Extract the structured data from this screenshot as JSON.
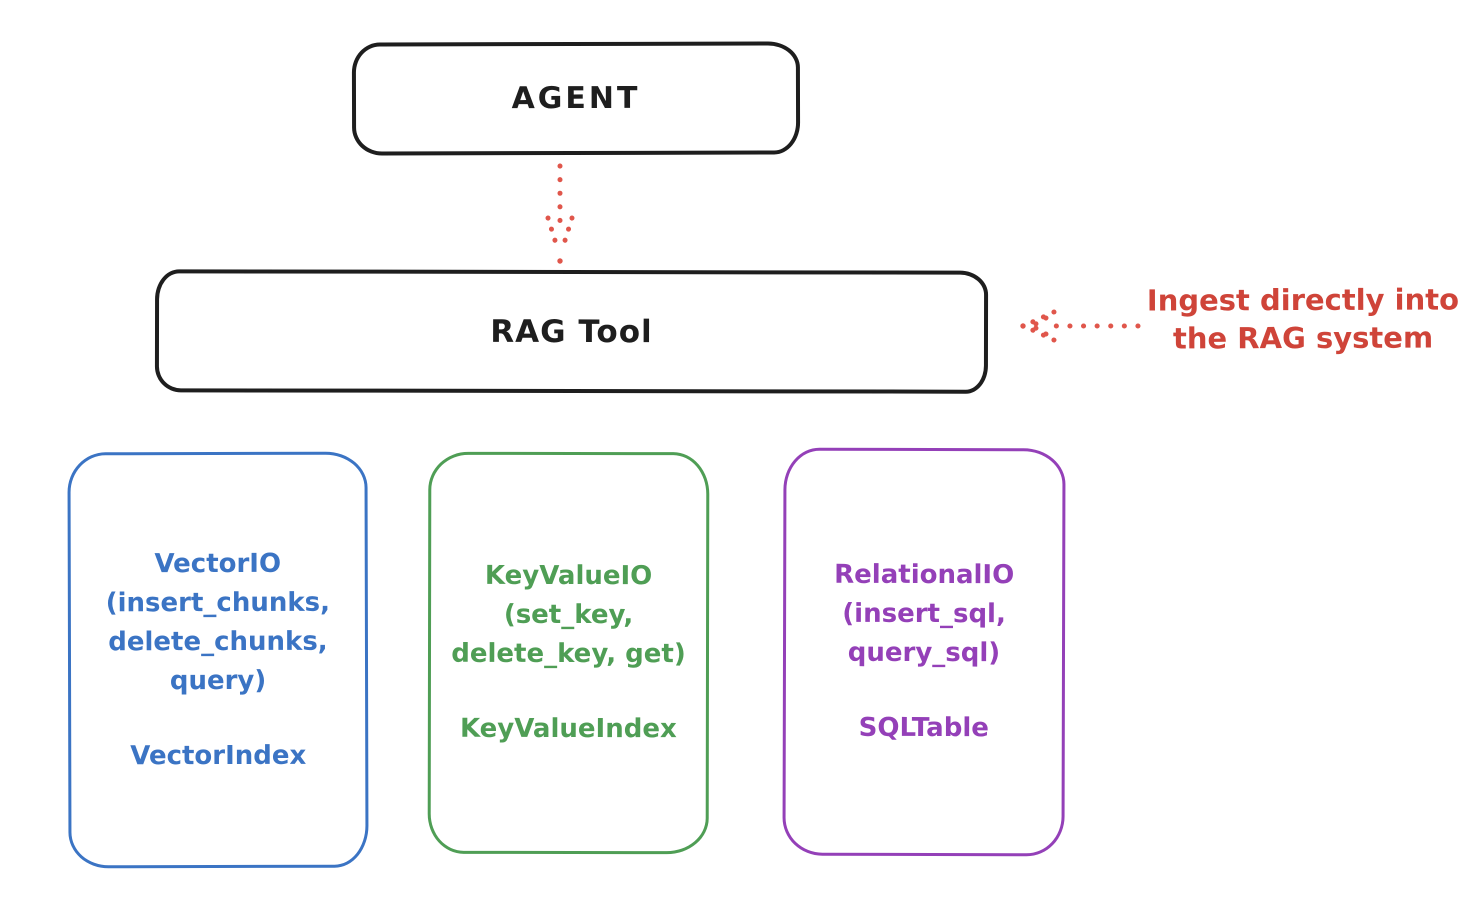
{
  "diagram": {
    "background": "#ffffff",
    "stroke_black": "#1e1e1e"
  },
  "agent_box": {
    "label": "AGENT"
  },
  "rag_box": {
    "label": "RAG Tool"
  },
  "annotation": {
    "line1": "Ingest directly into",
    "line2": "the RAG system",
    "color": "#cf4439"
  },
  "arrows": {
    "agent_to_rag": "dotted-red-arrow-down",
    "ingest_to_rag": "dotted-red-arrow-left",
    "color": "#e0564b"
  },
  "io_boxes": {
    "vector": {
      "color": "#3b74c4",
      "line1": "VectorIO",
      "line2": "(insert_chunks,",
      "line3": "delete_chunks,",
      "line4": "query)",
      "footer": "VectorIndex"
    },
    "keyvalue": {
      "color": "#4f9e55",
      "line1": "KeyValueIO",
      "line2": "(set_key,",
      "line3": "delete_key, get)",
      "footer": "KeyValueIndex"
    },
    "relational": {
      "color": "#9440b8",
      "line1": "RelationalIO",
      "line2": "(insert_sql,",
      "line3": "query_sql)",
      "footer": "SQLTable"
    }
  }
}
